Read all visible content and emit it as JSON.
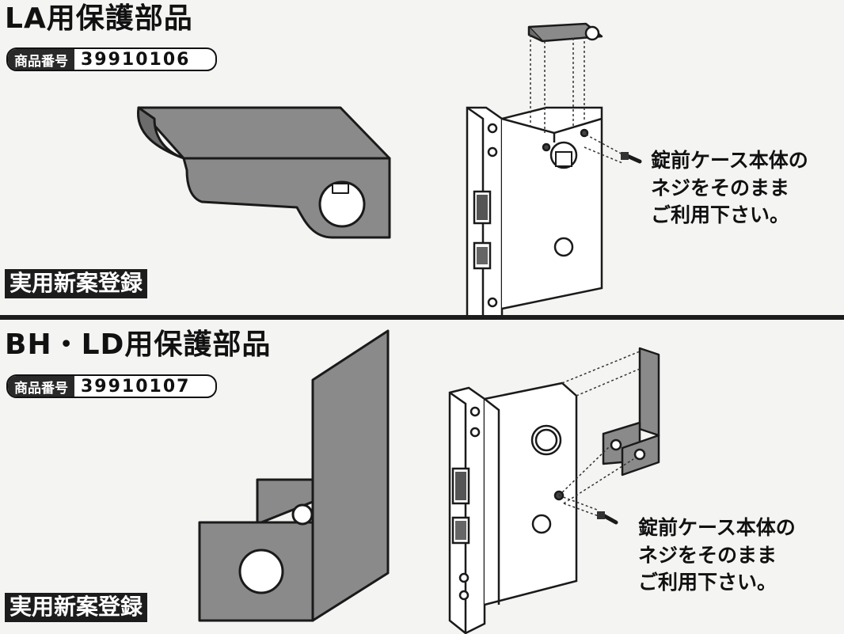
{
  "sections": [
    {
      "title": "LA用保護部品",
      "product_label": "商品番号",
      "product_number": "39910106",
      "badge": "実用新案登録",
      "instruction": [
        "錠前ケース本体の",
        "ネジをそのまま",
        "ご利用下さい。"
      ]
    },
    {
      "title": "BH・LD用保護部品",
      "product_label": "商品番号",
      "product_number": "39910107",
      "badge": "実用新案登録",
      "instruction": [
        "錠前ケース本体の",
        "ネジをそのまま",
        "ご利用下さい。"
      ]
    }
  ],
  "colors": {
    "part_fill": "#8a8a8a",
    "part_shadow": "#6c6c6c",
    "line": "#1a1a1a",
    "badge_bg": "#1c1c1c"
  }
}
